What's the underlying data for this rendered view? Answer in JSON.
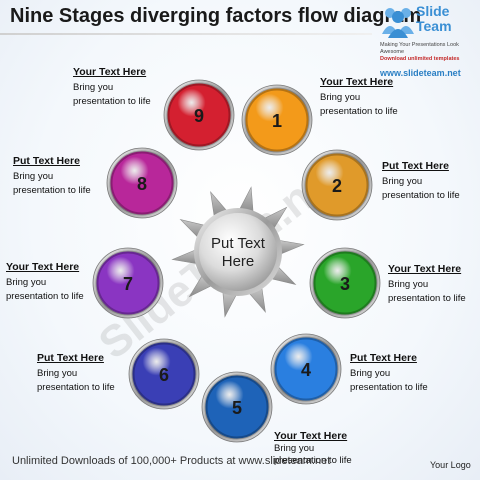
{
  "title": "Nine Stages diverging factors flow diagram",
  "brand": {
    "name": "Slide Team",
    "tagline": "Making Your Presentations Look Awesome",
    "tagline2": "Download unlimited templates",
    "url": "www.slideteam.net",
    "icon": "people-group-icon"
  },
  "center": {
    "line1": "Put Text",
    "line2": "Here"
  },
  "stages": [
    {
      "number": "9",
      "color": "#d42030"
    },
    {
      "number": "1",
      "color": "#f39a1a"
    },
    {
      "number": "2",
      "color": "#e09a2a"
    },
    {
      "number": "3",
      "color": "#2aa52a"
    },
    {
      "number": "4",
      "color": "#2a7fe0"
    },
    {
      "number": "5",
      "color": "#1e63b8"
    },
    {
      "number": "6",
      "color": "#3a3fb5"
    },
    {
      "number": "7",
      "color": "#8a35c2"
    },
    {
      "number": "8",
      "color": "#b8279a"
    }
  ],
  "labels": [
    {
      "title": "Your Text Here",
      "desc": "Bring you presentation to life"
    },
    {
      "title": "Your Text Here",
      "desc": "Bring you presentation to life"
    },
    {
      "title": "Put Text Here",
      "desc": "Bring you presentation to life"
    },
    {
      "title": "Your Text Here",
      "desc": "Bring you presentation to life"
    },
    {
      "title": "Put Text Here",
      "desc": "Bring you presentation to life"
    },
    {
      "title": "Your Text Here",
      "desc": "Bring you presentation to life"
    },
    {
      "title": "Put Text Here",
      "desc": "Bring you presentation to life"
    },
    {
      "title": "Your Text Here",
      "desc": "Bring you presentation to life"
    },
    {
      "title": "Put Text Here",
      "desc": "Bring you presentation to life"
    }
  ],
  "footer": "Unlimited Downloads of 100,000+ Products at www.slideteam.net",
  "your_logo": "Your Logo",
  "watermark": "SlideTeam.net"
}
